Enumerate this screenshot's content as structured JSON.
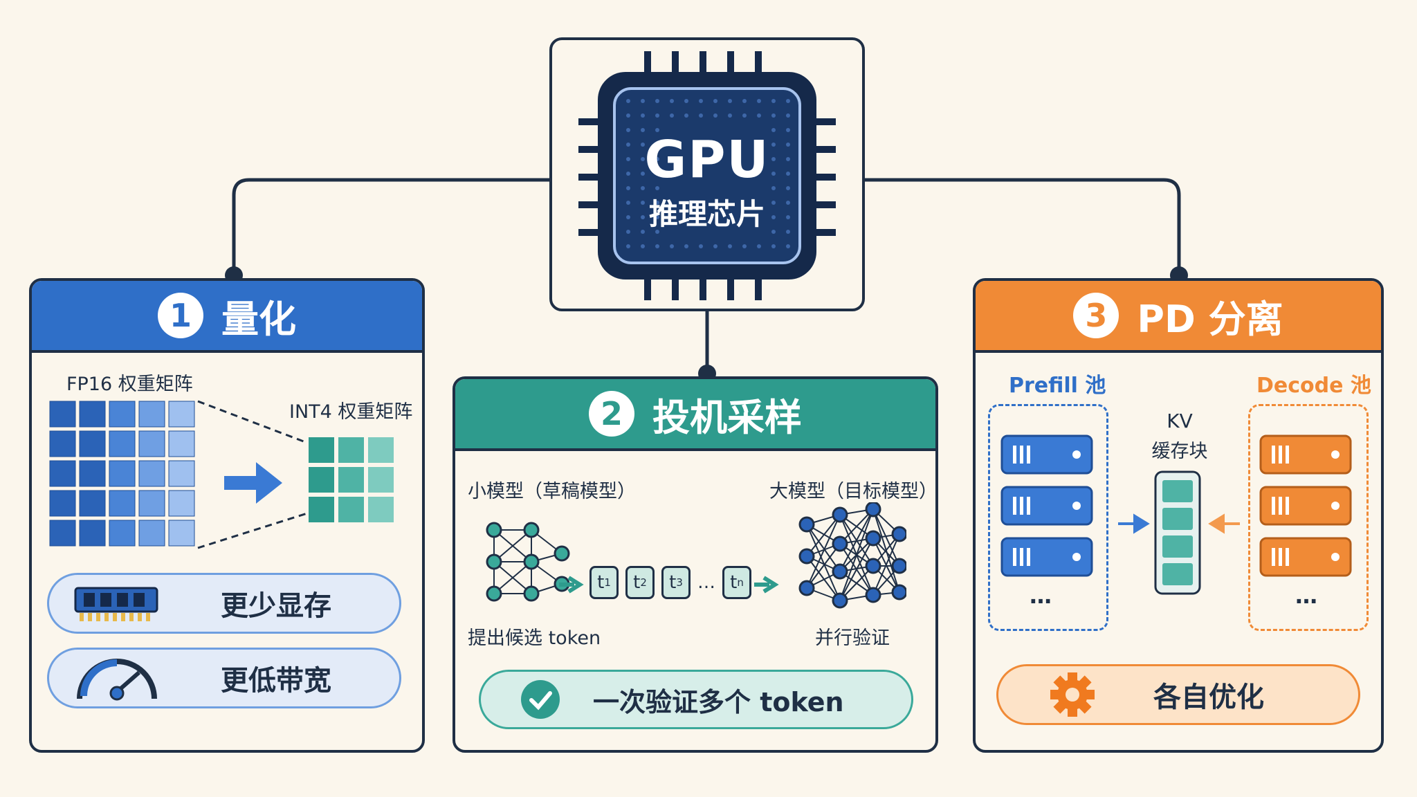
{
  "center": {
    "title": "GPU",
    "subtitle": "推理芯片"
  },
  "colors": {
    "blue": "#2f6fc8",
    "teal": "#2e9b8d",
    "orange": "#f08a36",
    "navy": "#1f2f45",
    "cream": "#fbf6ec"
  },
  "quant": {
    "number": "1",
    "title": "量化",
    "fp16_label": "FP16 权重矩阵",
    "int4_label": "INT4 权重矩阵",
    "benefits": [
      {
        "icon": "memory-chip-icon",
        "label": "更少显存"
      },
      {
        "icon": "speedometer-icon",
        "label": "更低带宽"
      }
    ]
  },
  "spec": {
    "number": "2",
    "title": "投机采样",
    "small_model": "小模型（草稿模型）",
    "large_model": "大模型（目标模型）",
    "propose": "提出候选 token",
    "verify": "并行验证",
    "tokens": [
      {
        "base": "t",
        "sub": "1"
      },
      {
        "base": "t",
        "sub": "2"
      },
      {
        "base": "t",
        "sub": "3"
      },
      {
        "base": "…",
        "sub": ""
      },
      {
        "base": "t",
        "sub": "n"
      }
    ],
    "result": "一次验证多个 token"
  },
  "pd": {
    "number": "3",
    "title": "PD 分离",
    "prefill": "Prefill 池",
    "decode": "Decode 池",
    "kv_line1": "KV",
    "kv_line2": "缓存块",
    "ellipsis": "…",
    "result": "各自优化"
  }
}
